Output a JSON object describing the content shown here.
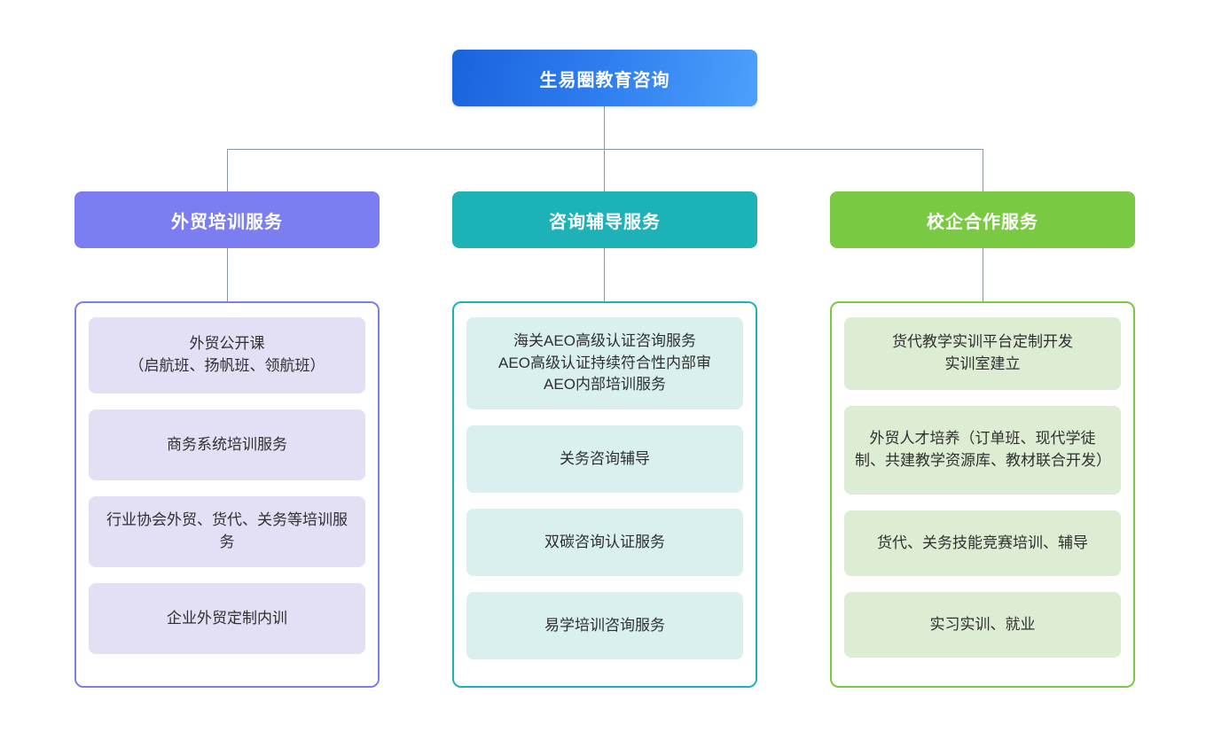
{
  "diagram": {
    "type": "organization-tree",
    "root": {
      "label": "生易圈教育咨询",
      "color": "#2f7ef0"
    },
    "connector_color": "#8a95a5",
    "branches": [
      {
        "key": "training",
        "header": "外贸培训服务",
        "header_color": "#7b7ef0",
        "border_color": "#7b7ef0",
        "item_fill": "#e3dff4",
        "items": [
          "外贸公开课\n（启航班、扬帆班、领航班）",
          "商务系统培训服务",
          "行业协会外贸、货代、关务等培训服务",
          "企业外贸定制内训"
        ]
      },
      {
        "key": "consulting",
        "header": "咨询辅导服务",
        "header_color": "#1cb2b8",
        "border_color": "#1cb2b8",
        "item_fill": "#d9f0ef",
        "items": [
          "海关AEO高级认证咨询服务\nAEO高级认证持续符合性内部审\nAEO内部培训服务",
          "关务咨询辅导",
          "双碳咨询认证服务",
          "易学培训咨询服务"
        ]
      },
      {
        "key": "school-enterprise",
        "header": "校企合作服务",
        "header_color": "#7ac943",
        "border_color": "#7ac943",
        "item_fill": "#dcedd4",
        "items": [
          "货代教学实训平台定制开发\n实训室建立",
          "外贸人才培养（订单班、现代学徒制、共建教学资源库、教材联合开发）",
          "货代、关务技能竞赛培训、辅导",
          "实习实训、就业"
        ]
      }
    ]
  }
}
